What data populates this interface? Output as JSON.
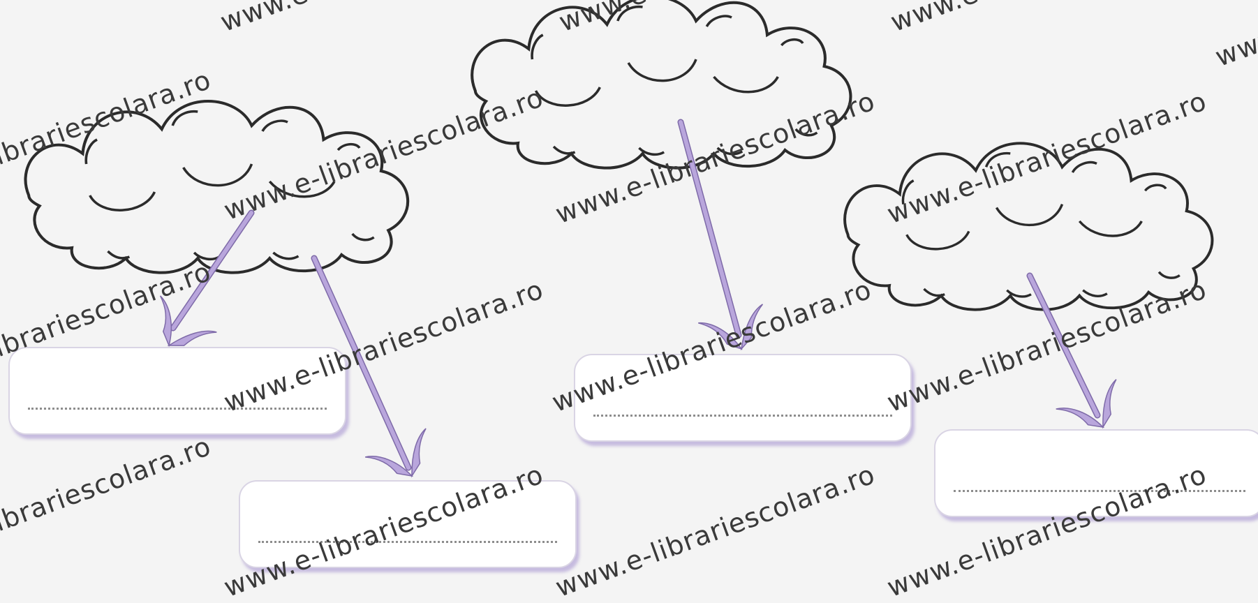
{
  "worksheet": {
    "clouds": [
      {
        "name": "cloud-1",
        "icon": "cloud-icon"
      },
      {
        "name": "cloud-2",
        "icon": "cloud-icon"
      },
      {
        "name": "cloud-3",
        "icon": "cloud-icon"
      }
    ],
    "answer_boxes": [
      {
        "name": "answer-box-1",
        "value": ""
      },
      {
        "name": "answer-box-2",
        "value": ""
      },
      {
        "name": "answer-box-3",
        "value": ""
      },
      {
        "name": "answer-box-4",
        "value": ""
      }
    ]
  },
  "watermarks": [
    "www.e-librariescolara.ro",
    "librariescolara.ro",
    "www.e-librariescolara.ro",
    "librariescolara.ro",
    "www.e-librariescolara.ro",
    "librariescolara.ro",
    "www.e-librariescolara.ro",
    "www.e-librariescolara.ro",
    "www.e-librariescolara.ro",
    "www.e-librariescolara.ro",
    "www.e-librariescolara.ro",
    "www.e-librariescolara.ro",
    "www.e-librariescolara.ro",
    "www.e-librariescolara.ro",
    "www.e-librariescolara.ro",
    "www.e-librariescolara.ro"
  ],
  "colors": {
    "arrow": "#b9a6dc",
    "arrow_outline": "#7e6aa8",
    "cloud_fill": "#f4f4f4",
    "cloud_stroke": "#2b2b2b",
    "box_shadow": "#a08ccd"
  }
}
